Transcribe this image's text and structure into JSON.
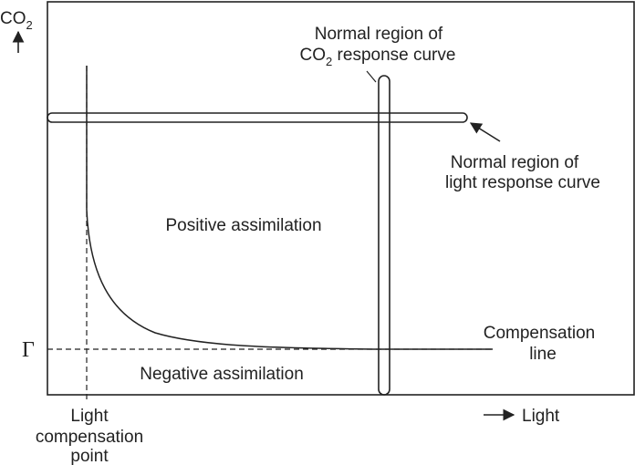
{
  "y_axis_label": {
    "main": "CO",
    "sub": "2"
  },
  "x_axis_label": "Light",
  "gamma_label": "Γ",
  "co2_region_label": {
    "line1": "Normal region of",
    "line2_main": "CO",
    "line2_sub": "2",
    "line2_rest": " response curve"
  },
  "light_region_label": {
    "line1": "Normal region of",
    "line2": "light response curve"
  },
  "positive_label": "Positive assimilation",
  "negative_label": "Negative assimilation",
  "compensation_line_label": {
    "line1": "Compensation",
    "line2": "line"
  },
  "light_compensation_label": {
    "line1": "Light",
    "line2": "compensation",
    "line3": "point"
  },
  "colors": {
    "ink": "#222222",
    "background": "#ffffff"
  }
}
